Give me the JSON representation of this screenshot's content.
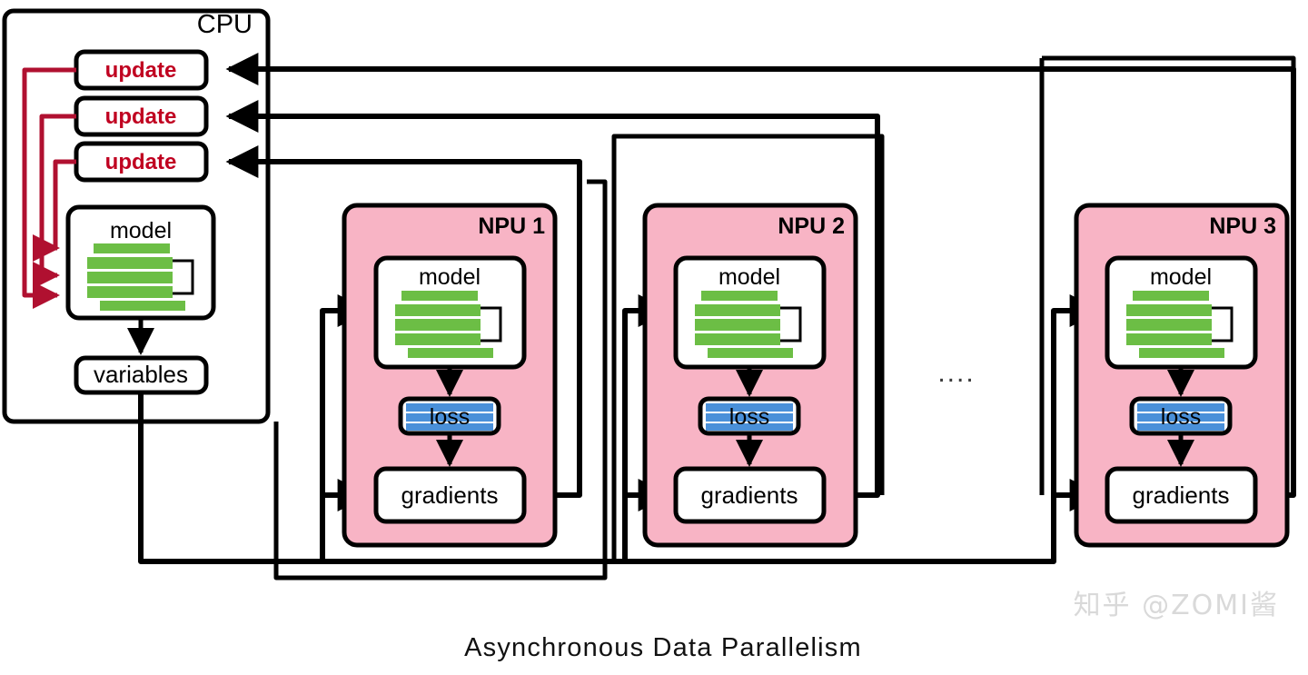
{
  "diagram": {
    "caption": "Asynchronous Data Parallelism",
    "watermark": "知乎 @ZOMI酱",
    "ellipsis": "....",
    "colors": {
      "npu_fill": "#F8B4C5",
      "model_bar_green": "#6CBE45",
      "loss_bar_blue": "#4A90D9",
      "update_text_red": "#C00020",
      "stroke_black": "#000000",
      "arrow_red": "#B01030",
      "background": "#FFFFFF"
    }
  },
  "cpu": {
    "title": "CPU",
    "updates": [
      {
        "label": "update"
      },
      {
        "label": "update"
      },
      {
        "label": "update"
      }
    ],
    "model": {
      "label": "model"
    },
    "variables": {
      "label": "variables"
    }
  },
  "npus": [
    {
      "title": "NPU 1",
      "model": {
        "label": "model"
      },
      "loss": {
        "label": "loss"
      },
      "gradients": {
        "label": "gradients"
      }
    },
    {
      "title": "NPU 2",
      "model": {
        "label": "model"
      },
      "loss": {
        "label": "loss"
      },
      "gradients": {
        "label": "gradients"
      }
    },
    {
      "title": "NPU 3",
      "model": {
        "label": "model"
      },
      "loss": {
        "label": "loss"
      },
      "gradients": {
        "label": "gradients"
      }
    }
  ]
}
